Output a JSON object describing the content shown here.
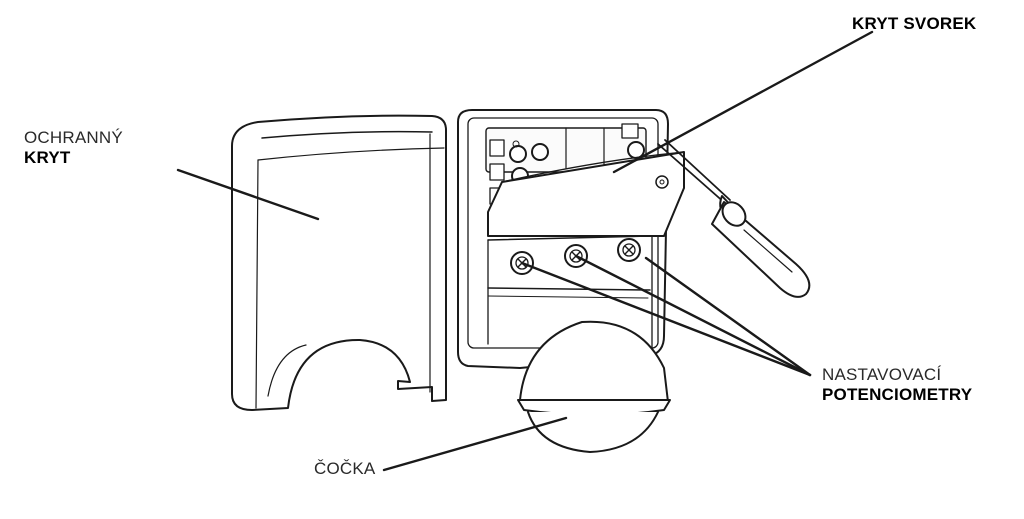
{
  "labels": {
    "protective_cover": {
      "line1": "OCHRANNÝ",
      "line2": "KRYT"
    },
    "terminal_cover": {
      "text": "KRYT SVOREK"
    },
    "potentiometers": {
      "line1": "NASTAVOVACÍ",
      "line2": "POTENCIOMETRY"
    },
    "lens": {
      "text": "ČOČKA"
    }
  },
  "parts": [
    "protective-cover",
    "sensor-housing",
    "terminal-block",
    "terminal-cover",
    "potentiometer",
    "lens",
    "screwdriver"
  ],
  "colors": {
    "line": "#1a1a1a",
    "background": "#ffffff",
    "fill": "#ffffff",
    "shade": "#f1f1f1"
  }
}
